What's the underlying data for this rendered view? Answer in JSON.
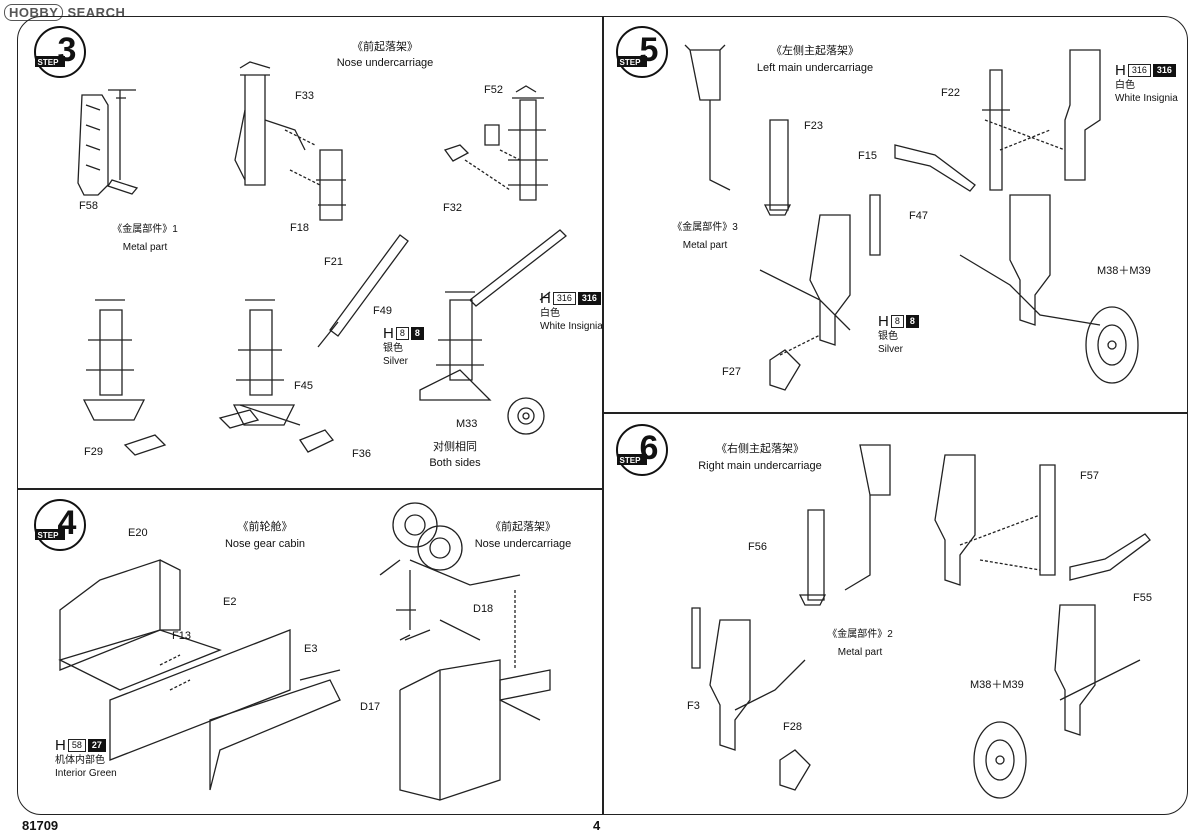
{
  "watermark": {
    "logo": "HOBBY",
    "text": "SEARCH"
  },
  "steps": [
    {
      "num": "3",
      "word": "STEP",
      "title_zh": "《前起落架》",
      "title_en": "Nose undercarriage",
      "parts": [
        "F33",
        "F52",
        "F58",
        "F18",
        "F32",
        "F21",
        "F49",
        "F45",
        "F29",
        "F36",
        "M33"
      ],
      "metal_zh": "《金属部件》1",
      "metal_en": "Metal part",
      "paint1": {
        "h": "H",
        "code": "8",
        "codeb": "8",
        "zh": "银色",
        "en": "Silver"
      },
      "paint2": {
        "h": "H",
        "code": "316",
        "codeb": "316",
        "zh": "白色",
        "en": "White Insignia"
      },
      "both_zh": "对侧相同",
      "both_en": "Both sides"
    },
    {
      "num": "4",
      "word": "STEP",
      "title_zh": "《前轮舱》",
      "title_en": "Nose gear cabin",
      "title2_zh": "《前起落架》",
      "title2_en": "Nose undercarriage",
      "parts": [
        "E20",
        "E2",
        "F13",
        "E3",
        "D18",
        "D17"
      ],
      "paint": {
        "h": "H",
        "code": "58",
        "codeb": "27",
        "zh": "机体内部色",
        "en": "Interior Green"
      }
    },
    {
      "num": "5",
      "word": "STEP",
      "title_zh": "《左侧主起落架》",
      "title_en": "Left main undercarriage",
      "parts": [
        "F23",
        "F22",
        "F15",
        "F47",
        "F27",
        "M38＋M39"
      ],
      "metal_zh": "《金属部件》3",
      "metal_en": "Metal part",
      "paint1": {
        "h": "H",
        "code": "8",
        "codeb": "8",
        "zh": "银色",
        "en": "Silver"
      },
      "paint2": {
        "h": "H",
        "code": "316",
        "codeb": "316",
        "zh": "白色",
        "en": "White Insignia"
      }
    },
    {
      "num": "6",
      "word": "STEP",
      "title_zh": "《右侧主起落架》",
      "title_en": "Right main undercarriage",
      "parts": [
        "F57",
        "F56",
        "F55",
        "F3",
        "F28",
        "M38＋M39"
      ],
      "metal_zh": "《金属部件》2",
      "metal_en": "Metal part"
    }
  ],
  "footer": {
    "code": "81709",
    "page": "4"
  }
}
